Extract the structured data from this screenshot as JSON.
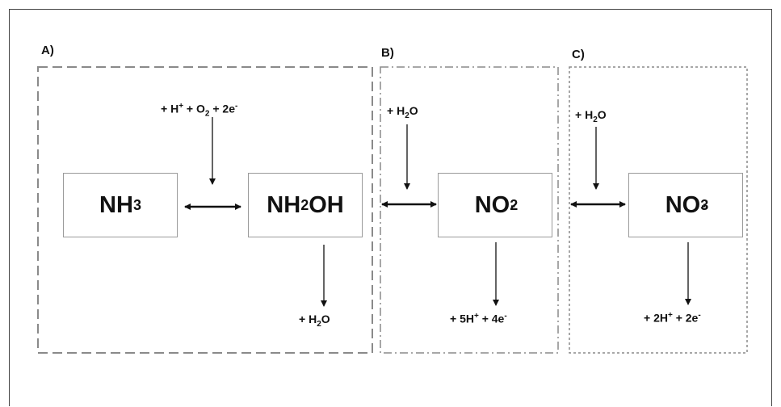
{
  "panels": [
    {
      "label": "A)"
    },
    {
      "label": "B)"
    },
    {
      "label": "C)"
    }
  ],
  "species": {
    "nh3": {
      "base": "NH",
      "sub": "3"
    },
    "nh2oh": {
      "base": "NH",
      "sub": "2",
      "rest": "OH"
    },
    "no2": {
      "base": "NO",
      "sub": "2",
      "sup": "-"
    },
    "no3": {
      "base": "NO",
      "sub": "3",
      "sup": "-"
    }
  },
  "reagents": {
    "a_in": [
      "+ H",
      "+",
      " + O",
      "2",
      " + 2e",
      "-"
    ],
    "a_out": [
      "+ H",
      "2",
      "O"
    ],
    "b_in": [
      "+ H",
      "2",
      "O"
    ],
    "b_out": [
      "+ 5H",
      "+",
      " + 4e",
      "-"
    ],
    "c_in": [
      "+ H",
      "2",
      "O"
    ],
    "c_out": [
      "+ 2H",
      "+",
      " + 2e",
      "-"
    ]
  },
  "colors": {
    "line": "#111111",
    "box_border": "#9a9a9a",
    "panel_border": "#8a8a8a"
  }
}
